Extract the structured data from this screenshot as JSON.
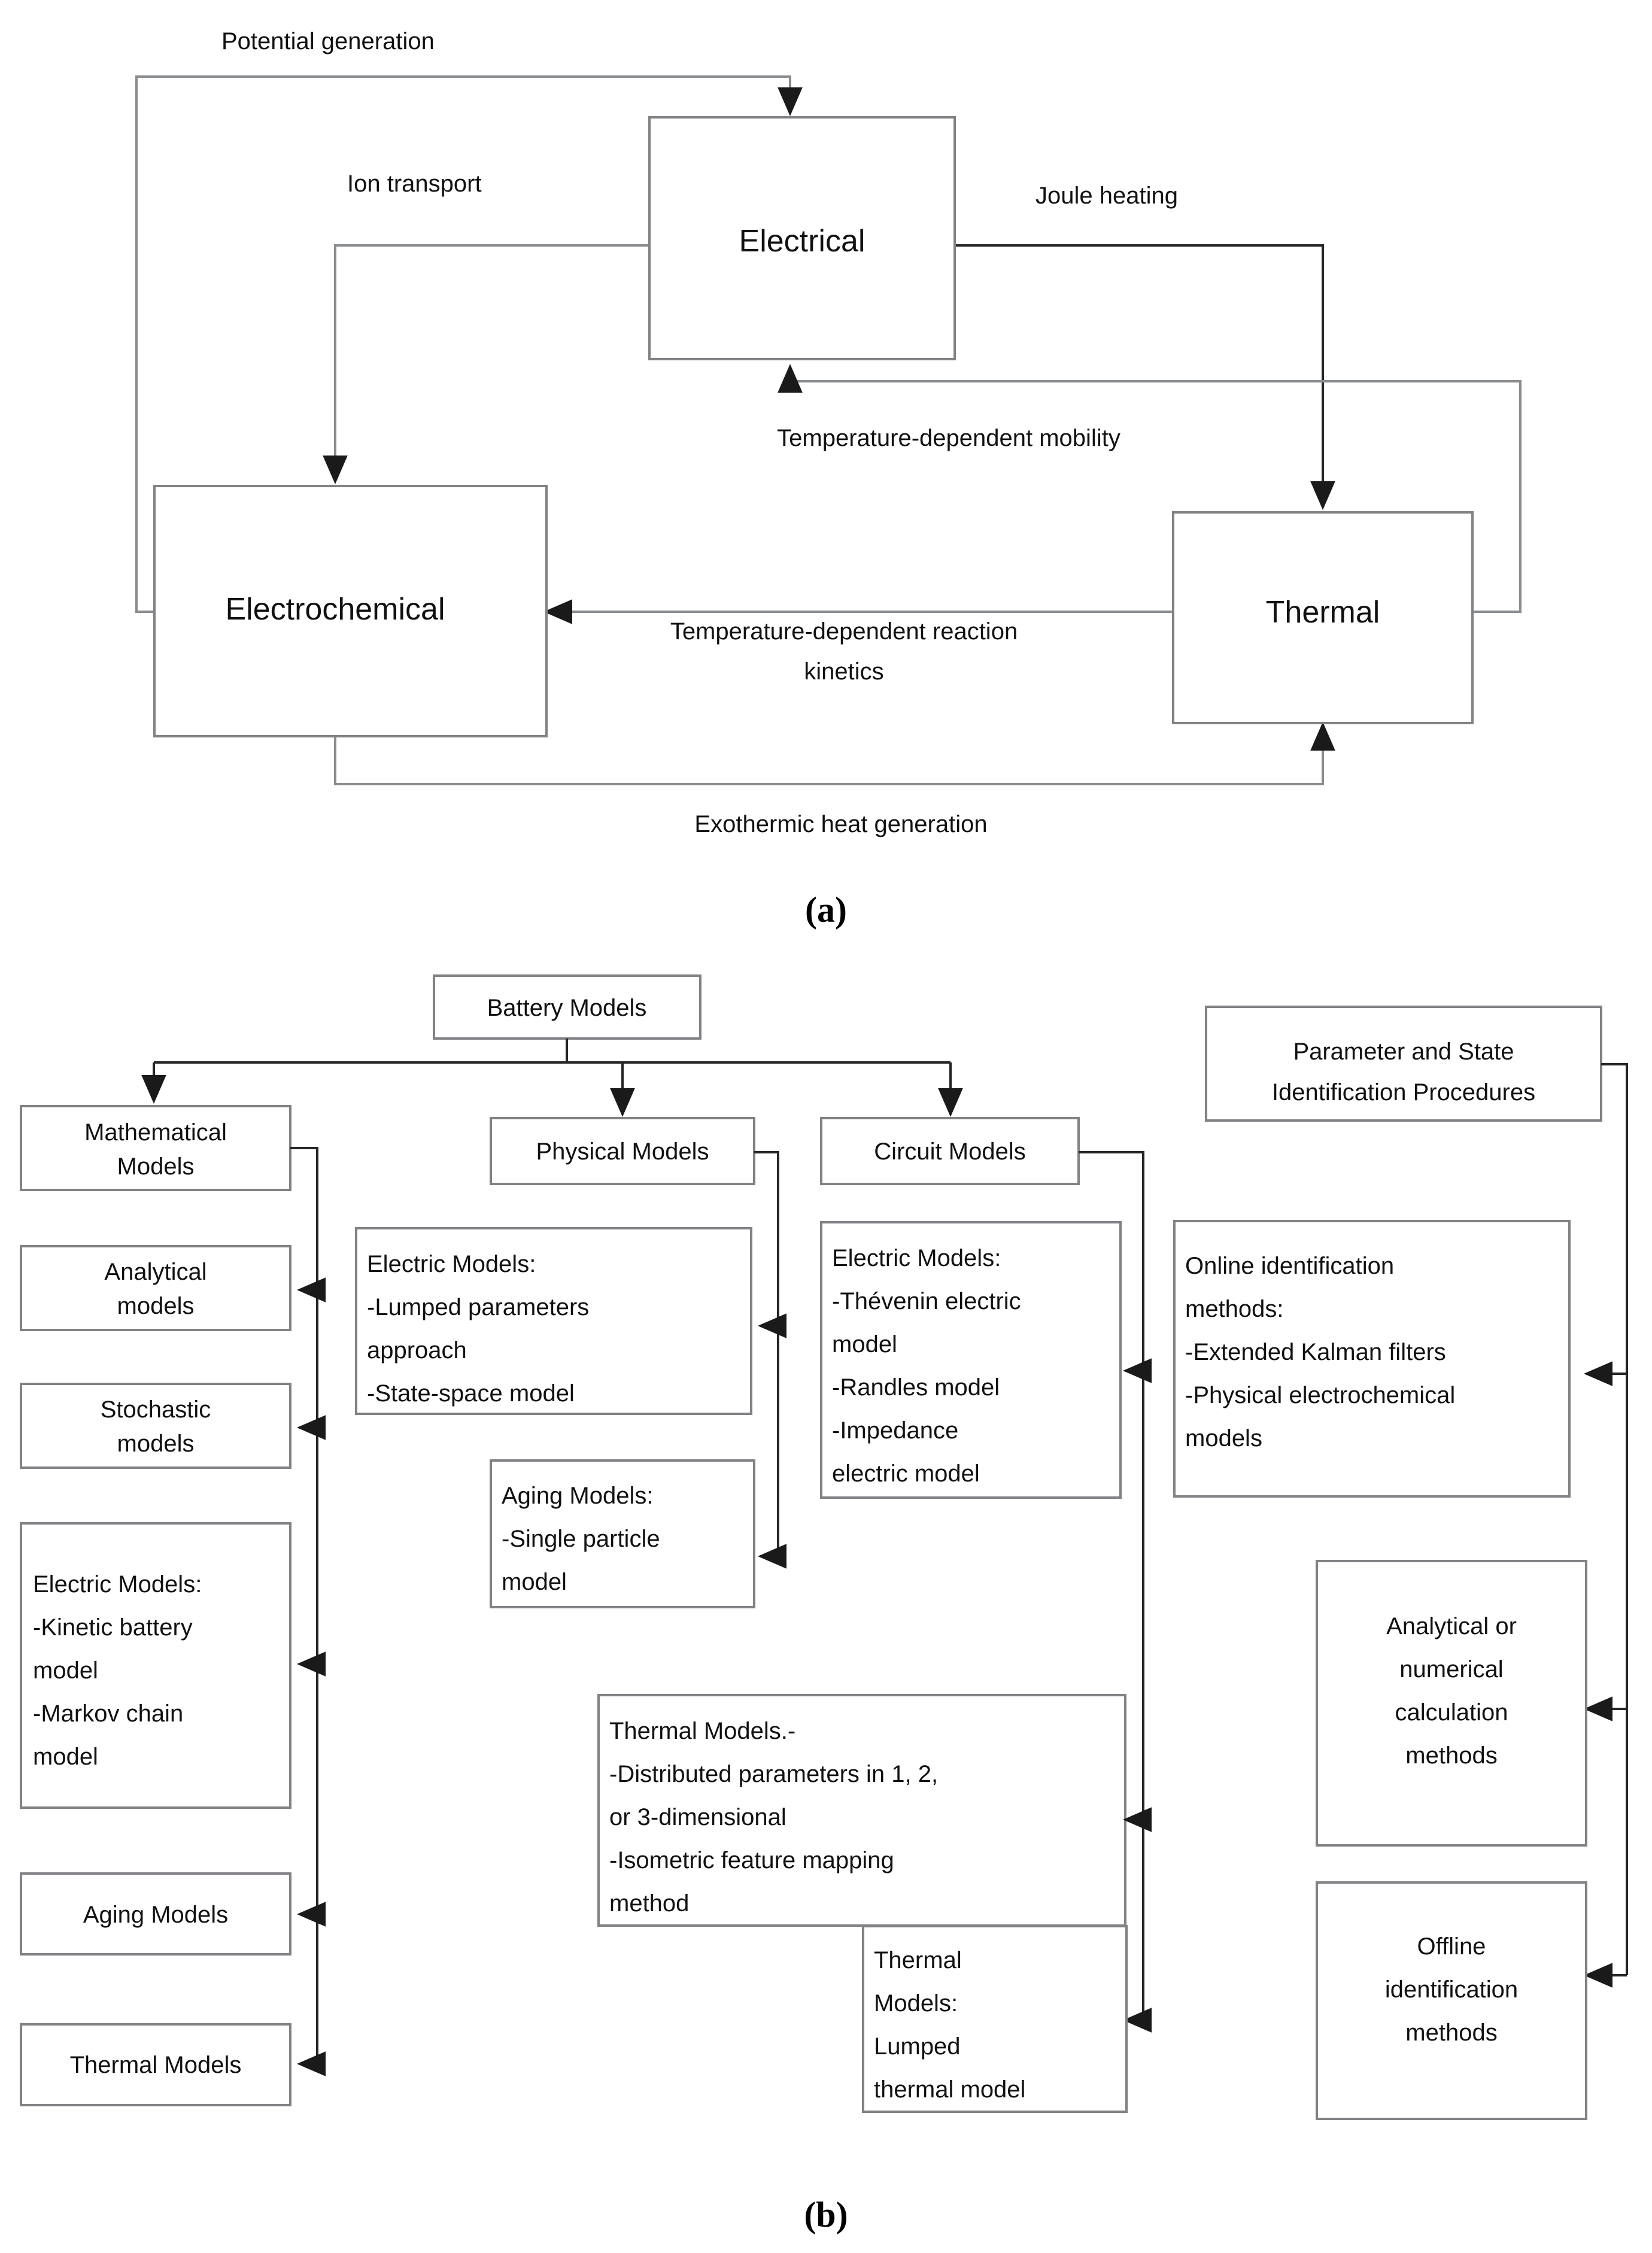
{
  "figure": {
    "panel_a_label": "(a)",
    "panel_b_label": "(b)"
  },
  "panel_a": {
    "title": "Multiphysics battery coupling diagram",
    "nodes": [
      {
        "id": "electrical",
        "label": "Electrical"
      },
      {
        "id": "electrochemical",
        "label": "Electrochemical"
      },
      {
        "id": "thermal",
        "label": "Thermal"
      }
    ],
    "edges": [
      {
        "id": "potential-generation",
        "label": "Potential generation",
        "from": "electrochemical",
        "to": "electrical"
      },
      {
        "id": "ion-transport",
        "label": "Ion transport",
        "from": "electrical",
        "to": "electrochemical"
      },
      {
        "id": "joule-heating",
        "label": "Joule heating",
        "from": "electrical",
        "to": "thermal"
      },
      {
        "id": "temp-dep-mobility",
        "label": "Temperature-dependent mobility",
        "from": "thermal",
        "to": "electrical"
      },
      {
        "id": "temp-dep-kinetics",
        "label": "Temperature-dependent  reaction",
        "label2": "kinetics",
        "from": "thermal",
        "to": "electrochemical"
      },
      {
        "id": "exothermic-heat",
        "label": "Exothermic heat generation",
        "from": "electrochemical",
        "to": "thermal"
      }
    ]
  },
  "panel_b": {
    "title": "Battery model taxonomy",
    "root": {
      "id": "battery-models",
      "label": "Battery Models"
    },
    "branches": [
      {
        "id": "mathematical-models",
        "label": "Mathematical\nModels"
      },
      {
        "id": "physical-models",
        "label": "Physical Models"
      },
      {
        "id": "circuit-models",
        "label": "Circuit Models"
      }
    ],
    "mathematical_children": [
      {
        "id": "analytical-models",
        "lines": [
          "Analytical",
          "models"
        ]
      },
      {
        "id": "stochastic-models",
        "lines": [
          "Stochastic",
          "models"
        ]
      },
      {
        "id": "math-electric-models",
        "lines": [
          "Electric Models:",
          " -Kinetic battery",
          "model",
          "-Markov chain",
          "model"
        ]
      },
      {
        "id": "math-aging-models",
        "lines": [
          "Aging Models"
        ]
      },
      {
        "id": "math-thermal-models",
        "lines": [
          "Thermal Models"
        ]
      }
    ],
    "physical_children": [
      {
        "id": "physical-electric-models",
        "lines": [
          "Electric Models:",
          " -Lumped parameters",
          "approach",
          "-State-space model"
        ]
      },
      {
        "id": "physical-aging-models",
        "lines": [
          "Aging Models:",
          " -Single particle",
          "model"
        ]
      },
      {
        "id": "physical-thermal-models",
        "lines": [
          "Thermal Models.-",
          " -Distributed parameters in 1, 2,",
          "or 3-dimensional",
          "-Isometric feature mapping",
          "method"
        ]
      }
    ],
    "circuit_children": [
      {
        "id": "circuit-electric-models",
        "lines": [
          "Electric Models:",
          "-Thévenin electric",
          "model",
          "-Randles model",
          "-Impedance",
          "electric model"
        ]
      },
      {
        "id": "circuit-thermal-models",
        "lines": [
          "Thermal",
          "Models:",
          "Lumped",
          "thermal model"
        ]
      }
    ],
    "identification": {
      "root": {
        "id": "parameter-state-identification",
        "lines": [
          "Parameter and State",
          "Identification Procedures"
        ]
      },
      "children": [
        {
          "id": "online-identification-methods",
          "lines": [
            "Online identification",
            "methods:",
            " -Extended Kalman filters",
            " -Physical electrochemical",
            "models"
          ]
        },
        {
          "id": "analytical-numerical-calculation-methods",
          "lines": [
            "Analytical or",
            "numerical",
            "calculation",
            "methods"
          ]
        },
        {
          "id": "offline-identification-methods",
          "lines": [
            "Offline",
            "identification",
            "methods"
          ]
        }
      ]
    }
  },
  "colors": {
    "box_stroke": "#808285",
    "connector": "#8a8d90",
    "connector_dark": "#262626",
    "text": "#111111",
    "background": "#ffffff"
  }
}
